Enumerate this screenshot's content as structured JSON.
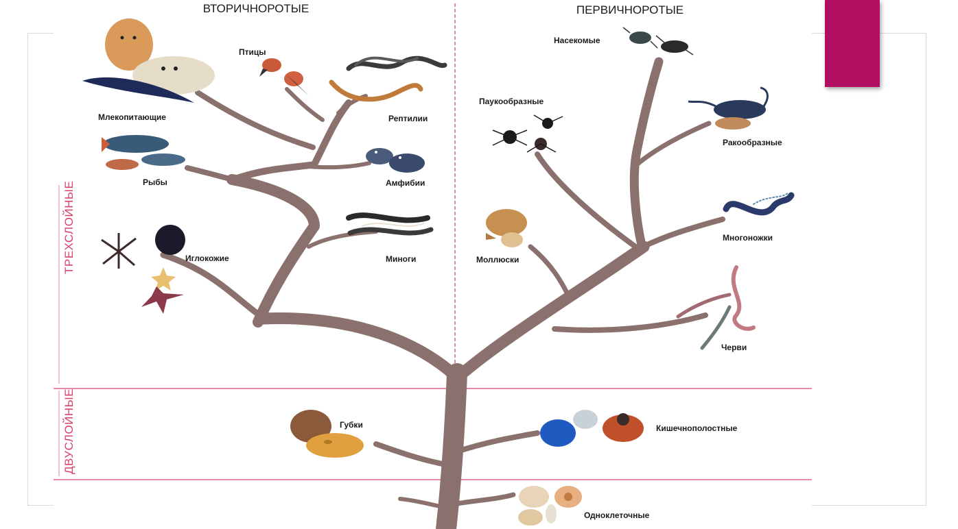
{
  "headers": {
    "deuterostomes": "ВТОРИЧНОРОТЫЕ",
    "protostomes": "ПЕРВИЧНОРОТЫЕ"
  },
  "side_labels": {
    "triploblastic": "ТРЕХСЛОЙНЫЕ",
    "diploblastic": "ДВУСЛОЙНЫЕ"
  },
  "groups": {
    "mammals": "Млекопитающие",
    "birds": "Птицы",
    "reptiles": "Рептилии",
    "fish": "Рыбы",
    "amphibians": "Амфибии",
    "echinoderms": "Иглокожие",
    "lampreys": "Миноги",
    "insects": "Насекомые",
    "arachnids": "Паукообразные",
    "crustaceans": "Ракообразные",
    "myriapods": "Многоножки",
    "molluscs": "Моллюски",
    "worms": "Черви",
    "sponges": "Губки",
    "cnidarians": "Кишечнополостные",
    "unicellular": "Одноклеточные"
  },
  "colors": {
    "accent": "#b0105f",
    "branch": "#8a716d",
    "divider": "#d9436a",
    "side_label": "#d9436a"
  }
}
